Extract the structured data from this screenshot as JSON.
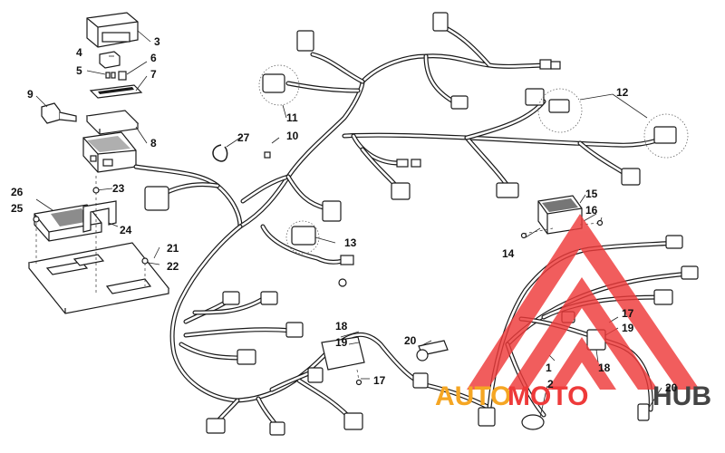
{
  "diagram": {
    "callouts": [
      "1",
      "2",
      "3",
      "4",
      "5",
      "6",
      "7",
      "8",
      "9",
      "10",
      "11",
      "12",
      "13",
      "14",
      "15",
      "16",
      "17",
      "17",
      "18",
      "18",
      "19",
      "19",
      "20",
      "20",
      "21",
      "22",
      "23",
      "24",
      "25",
      "26",
      "27"
    ]
  },
  "watermark": {
    "text_a": "AUTO",
    "text_b": "MOTO",
    "text_c": "HUB",
    "color_a": "#f5a623",
    "color_b": "#ee3a3a",
    "color_c": "#444444",
    "logo_color": "#ee3a3a"
  }
}
